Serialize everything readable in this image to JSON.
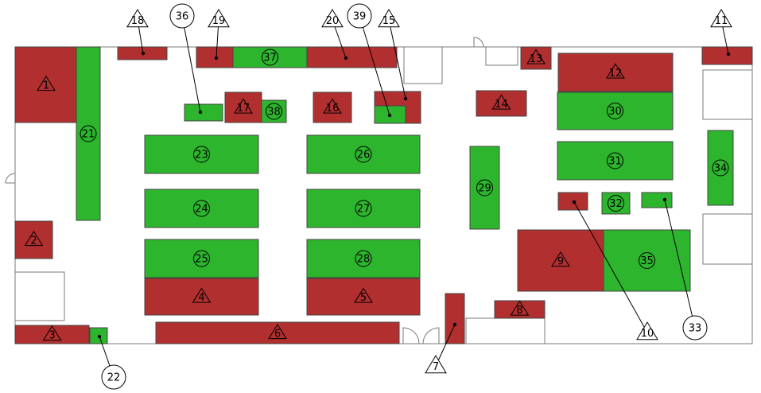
{
  "colors": {
    "red": "#B22F2F",
    "green": "#2DB52D",
    "wall": "#7a7a7a",
    "marker_outline": "#000000"
  },
  "legend_meaning": {
    "triangle": "red-zone-marker",
    "circle": "green-zone-marker"
  },
  "zones": [
    {
      "id": "1",
      "color": "red",
      "marker": "triangle"
    },
    {
      "id": "2",
      "color": "red",
      "marker": "triangle"
    },
    {
      "id": "3",
      "color": "red",
      "marker": "triangle"
    },
    {
      "id": "4",
      "color": "red",
      "marker": "triangle"
    },
    {
      "id": "5",
      "color": "red",
      "marker": "triangle"
    },
    {
      "id": "6",
      "color": "red",
      "marker": "triangle"
    },
    {
      "id": "7",
      "color": "red",
      "marker": "triangle"
    },
    {
      "id": "8",
      "color": "red",
      "marker": "triangle"
    },
    {
      "id": "9",
      "color": "red",
      "marker": "triangle"
    },
    {
      "id": "10",
      "color": "red",
      "marker": "triangle"
    },
    {
      "id": "11",
      "color": "red",
      "marker": "triangle"
    },
    {
      "id": "12",
      "color": "red",
      "marker": "triangle"
    },
    {
      "id": "13",
      "color": "red",
      "marker": "triangle"
    },
    {
      "id": "14",
      "color": "red",
      "marker": "triangle"
    },
    {
      "id": "15",
      "color": "red",
      "marker": "triangle"
    },
    {
      "id": "16",
      "color": "red",
      "marker": "triangle"
    },
    {
      "id": "17",
      "color": "red",
      "marker": "triangle"
    },
    {
      "id": "18",
      "color": "red",
      "marker": "triangle"
    },
    {
      "id": "19",
      "color": "red",
      "marker": "triangle"
    },
    {
      "id": "20",
      "color": "red",
      "marker": "triangle"
    },
    {
      "id": "21",
      "color": "green",
      "marker": "circle"
    },
    {
      "id": "22",
      "color": "green",
      "marker": "circle"
    },
    {
      "id": "23",
      "color": "green",
      "marker": "circle"
    },
    {
      "id": "24",
      "color": "green",
      "marker": "circle"
    },
    {
      "id": "25",
      "color": "green",
      "marker": "circle"
    },
    {
      "id": "26",
      "color": "green",
      "marker": "circle"
    },
    {
      "id": "27",
      "color": "green",
      "marker": "circle"
    },
    {
      "id": "28",
      "color": "green",
      "marker": "circle"
    },
    {
      "id": "29",
      "color": "green",
      "marker": "circle"
    },
    {
      "id": "30",
      "color": "green",
      "marker": "circle"
    },
    {
      "id": "31",
      "color": "green",
      "marker": "circle"
    },
    {
      "id": "32",
      "color": "green",
      "marker": "circle"
    },
    {
      "id": "33",
      "color": "green",
      "marker": "circle"
    },
    {
      "id": "34",
      "color": "green",
      "marker": "circle"
    },
    {
      "id": "35",
      "color": "green",
      "marker": "circle"
    },
    {
      "id": "36",
      "color": "green",
      "marker": "circle"
    },
    {
      "id": "37",
      "color": "green",
      "marker": "circle"
    },
    {
      "id": "38",
      "color": "green",
      "marker": "circle"
    },
    {
      "id": "39",
      "color": "green",
      "marker": "circle"
    }
  ]
}
